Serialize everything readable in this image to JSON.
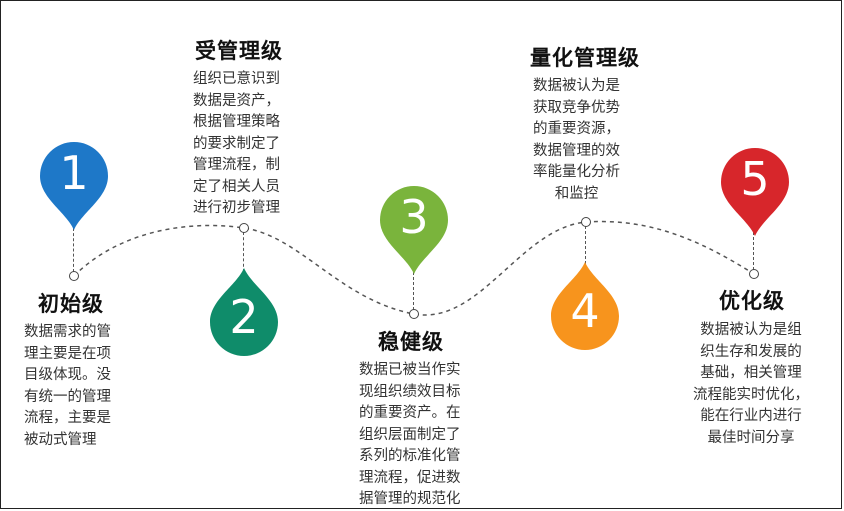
{
  "colors": {
    "level1": "#1e78c8",
    "level2": "#0f8c6a",
    "level3": "#7ab43c",
    "level4": "#f7941d",
    "level5": "#d7262b"
  },
  "levels": [
    {
      "number": "1",
      "title": "初始级",
      "desc": "数据需求的管\n理主要是在项\n目级体现。没\n有统一的管理\n流程，主要是\n被动式管理"
    },
    {
      "number": "2",
      "title": "受管理级",
      "desc": "组织已意识到\n数据是资产，\n根据管理策略\n的要求制定了\n管理流程，制\n定了相关人员\n进行初步管理"
    },
    {
      "number": "3",
      "title": "稳健级",
      "desc": "数据已被当作实\n现组织绩效目标\n的重要资产。在\n组织层面制定了\n系列的标准化管\n理流程，促进数\n据管理的规范化"
    },
    {
      "number": "4",
      "title": "量化管理级",
      "desc": "数据被认为是\n获取竞争优势\n的重要资源，\n数据管理的效\n率能量化分析\n和监控"
    },
    {
      "number": "5",
      "title": "优化级",
      "desc": "数据被认为是组\n织生存和发展的\n基础，相关管理\n流程能实时优化，\n能在行业内进行\n最佳时间分享"
    }
  ]
}
